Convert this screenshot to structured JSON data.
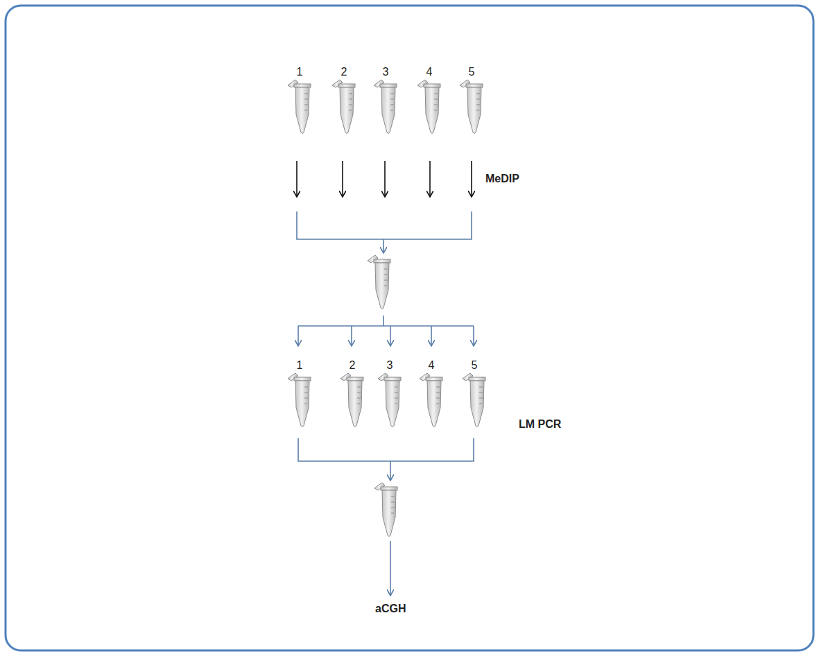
{
  "diagram": {
    "nodes": [
      {
        "text": [
          "1"
        ]
      },
      {
        "text": [
          "2"
        ]
      },
      {
        "text": [
          "3"
        ]
      },
      {
        "text": [
          "4"
        ]
      },
      {
        "text": [
          "5"
        ]
      },
      {
        "text": [
          "1"
        ]
      },
      {
        "text": [
          "2"
        ]
      },
      {
        "text": [
          "3"
        ]
      },
      {
        "text": [
          "4"
        ]
      },
      {
        "text": [
          "5"
        ]
      }
    ],
    "labels": [
      "MeDIP",
      "LM PCR",
      "aCGH"
    ]
  }
}
